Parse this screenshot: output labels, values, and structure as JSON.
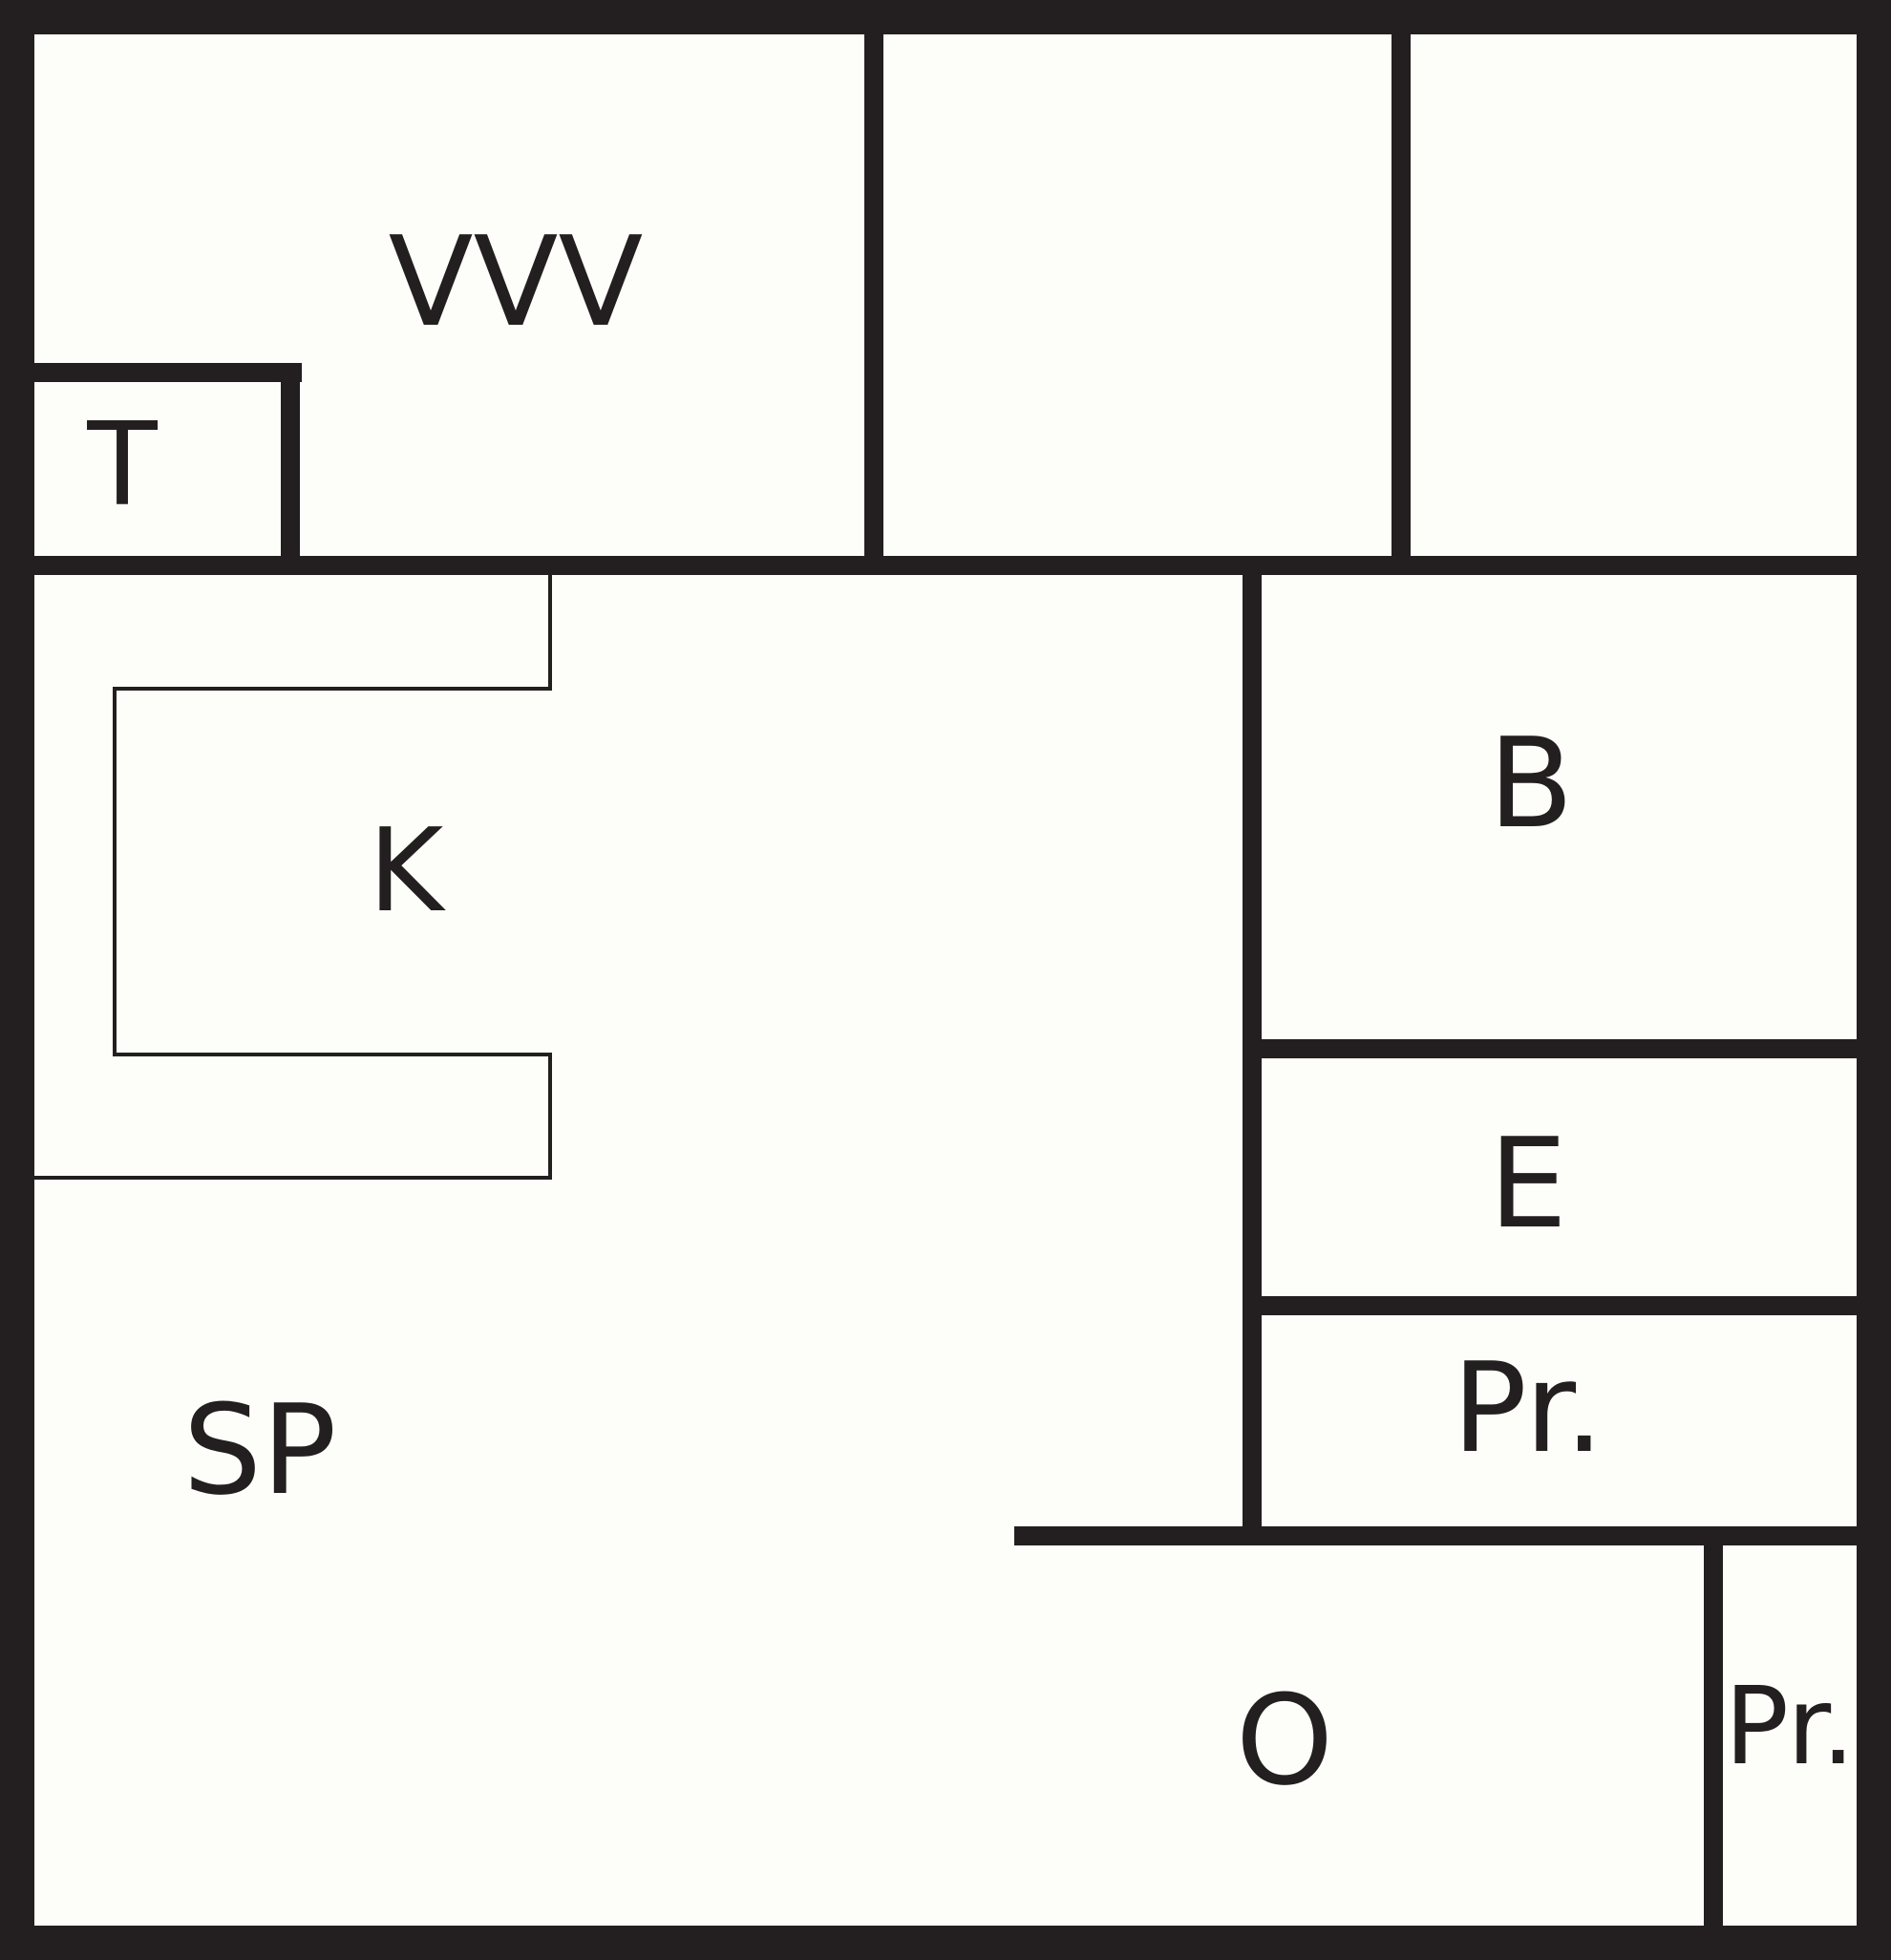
{
  "floor_plan": {
    "colors": {
      "wall": "#231f20",
      "floor": "#fdfef9"
    },
    "rooms": {
      "vvv": "VVV",
      "t": "T",
      "k": "K",
      "b": "B",
      "e": "E",
      "pr_upper": "Pr.",
      "sp": "SP",
      "o": "O",
      "pr_lower": "Pr."
    }
  }
}
